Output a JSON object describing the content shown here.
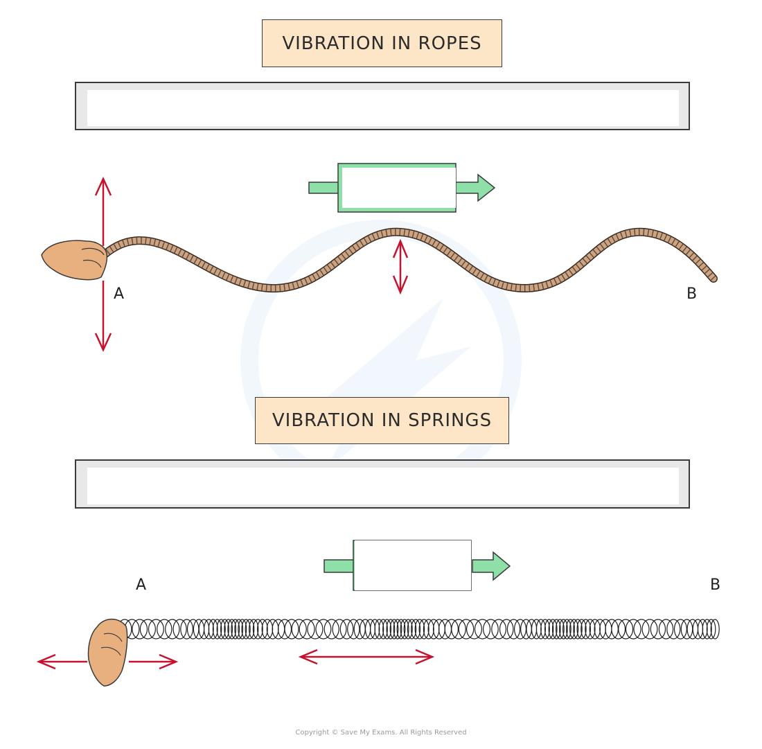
{
  "ropes": {
    "title": "VIBRATION IN ROPES",
    "banner_text": "",
    "energy_label": "",
    "point_a": "A",
    "point_b": "B"
  },
  "springs": {
    "title": "VIBRATION IN SPRINGS",
    "banner_text": "",
    "energy_label": "",
    "point_a": "A",
    "point_b": "B"
  },
  "copyright": "Copyright © Save My Exams. All Rights Reserved",
  "colors": {
    "title_fill": "#fde6c8",
    "energy_arrow": "#8ee0a8",
    "vibration_arrow": "#c4122f",
    "rope": "#c9a585",
    "hand": "#e8b07f"
  },
  "icons": [
    "hand-icon",
    "energy-arrow-icon",
    "vibration-arrow-icon",
    "watermark-logo-icon"
  ]
}
